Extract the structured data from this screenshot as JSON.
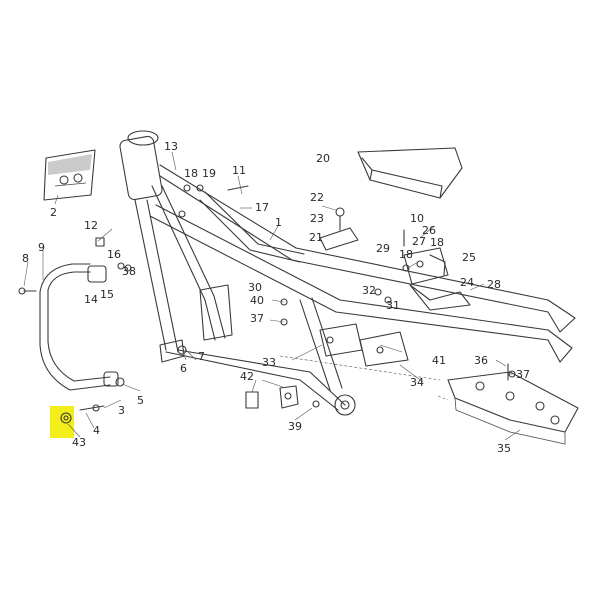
{
  "diagram": {
    "highlight_color": "#f3ee1a",
    "highlighted_part": "43",
    "callouts": [
      {
        "label": "1",
        "name": "main-frame"
      },
      {
        "label": "2",
        "name": "frame-plate-detail"
      },
      {
        "label": "3",
        "name": "spacer"
      },
      {
        "label": "4",
        "name": "washer"
      },
      {
        "label": "5",
        "name": "washer-bushing"
      },
      {
        "label": "6",
        "name": "engine-mount-bolt"
      },
      {
        "label": "7",
        "name": "engine-mount-plate"
      },
      {
        "label": "8",
        "name": "crash-bar-bolt"
      },
      {
        "label": "9",
        "name": "washer"
      },
      {
        "label": "10",
        "name": "screw"
      },
      {
        "label": "11",
        "name": "coil-bracket"
      },
      {
        "label": "12",
        "name": "screw"
      },
      {
        "label": "13",
        "name": "steering-head"
      },
      {
        "label": "14",
        "name": "spacer"
      },
      {
        "label": "15",
        "name": "screw"
      },
      {
        "label": "16",
        "name": "washer"
      },
      {
        "label": "17",
        "name": "screw"
      },
      {
        "label": "18",
        "name": "bolt"
      },
      {
        "label": "19",
        "name": "washer"
      },
      {
        "label": "20",
        "name": "battery-tray"
      },
      {
        "label": "21",
        "name": "bracket"
      },
      {
        "label": "22",
        "name": "screw"
      },
      {
        "label": "23",
        "name": "washer"
      },
      {
        "label": "24",
        "name": "bracket"
      },
      {
        "label": "25",
        "name": "plate"
      },
      {
        "label": "26",
        "name": "washer"
      },
      {
        "label": "27",
        "name": "nut"
      },
      {
        "label": "28",
        "name": "rear-subframe"
      },
      {
        "label": "29",
        "name": "screw"
      },
      {
        "label": "30",
        "name": "screw"
      },
      {
        "label": "31",
        "name": "washer"
      },
      {
        "label": "32",
        "name": "nut"
      },
      {
        "label": "33",
        "name": "bracket"
      },
      {
        "label": "34",
        "name": "plate"
      },
      {
        "label": "35",
        "name": "skid-plate"
      },
      {
        "label": "36",
        "name": "screw"
      },
      {
        "label": "37",
        "name": "nut"
      },
      {
        "label": "38",
        "name": "nut"
      },
      {
        "label": "39",
        "name": "screw"
      },
      {
        "label": "40",
        "name": "washer"
      },
      {
        "label": "41",
        "name": "cross-member"
      },
      {
        "label": "42",
        "name": "clamp"
      },
      {
        "label": "43",
        "name": "nut"
      }
    ]
  }
}
